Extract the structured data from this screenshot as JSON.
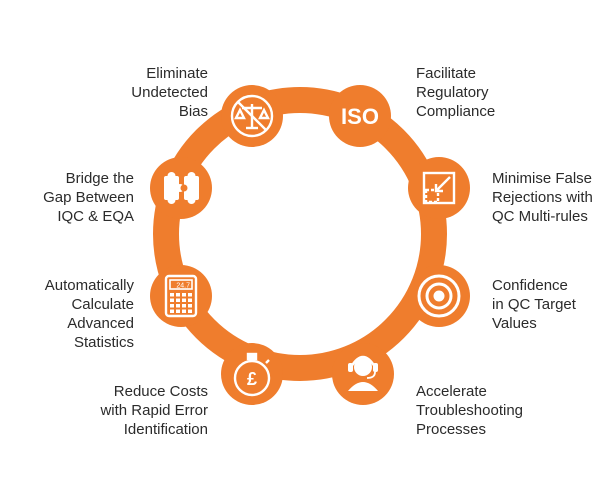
{
  "colors": {
    "accent": "#ef7d2d",
    "accent_dark": "#e06f1f",
    "icon_fill": "#ffffff",
    "text": "#2b2b2b"
  },
  "items": [
    {
      "icon": "crossed-out-scales-icon",
      "label": "Eliminate\nUndetected\nBias"
    },
    {
      "icon": "iso-icon",
      "label": "Facilitate\nRegulatory\nCompliance"
    },
    {
      "icon": "target-square-arrow-icon",
      "label": "Minimise False\nRejections with\nQC Multi-rules"
    },
    {
      "icon": "bullseye-icon",
      "label": "Confidence\nin QC Target\nValues"
    },
    {
      "icon": "headset-support-icon",
      "label": "Accelerate\nTroubleshooting\nProcesses"
    },
    {
      "icon": "pound-stopwatch-icon",
      "label": "Reduce Costs\nwith Rapid Error\nIdentification"
    },
    {
      "icon": "calculator-icon",
      "label": "Automatically\nCalculate Advanced\nStatistics",
      "display": "24.7"
    },
    {
      "icon": "puzzle-pieces-icon",
      "label": "Bridge the\nGap Between\nIQC & EQA"
    }
  ],
  "iso_text": "ISO"
}
